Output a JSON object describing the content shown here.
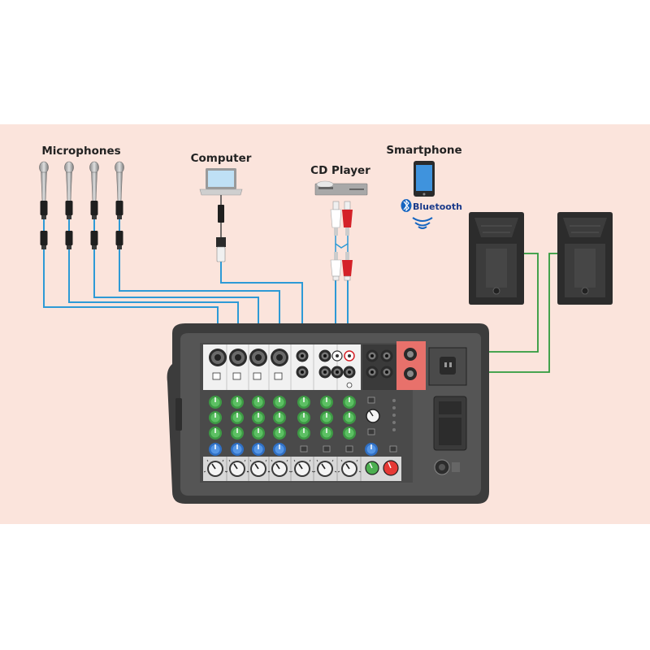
{
  "labels": {
    "microphones": "Microphones",
    "computer": "Computer",
    "cd_player": "CD Player",
    "smartphone": "Smartphone",
    "bluetooth": "Bluetooth"
  },
  "colors": {
    "background_band": "#fbe4dc",
    "mic_cable": "#2d9ad6",
    "speaker_cable": "#2f9a3c",
    "rca_red": "#d42128",
    "bluetooth_blue": "#1565c0",
    "knob_green": "#4caf50",
    "knob_blue": "#3d7fd6",
    "knob_red": "#e53935"
  },
  "icons": [
    "microphone-icon",
    "laptop-icon",
    "cd-player-icon",
    "smartphone-icon",
    "bluetooth-icon",
    "speaker-icon",
    "mixer-icon"
  ]
}
